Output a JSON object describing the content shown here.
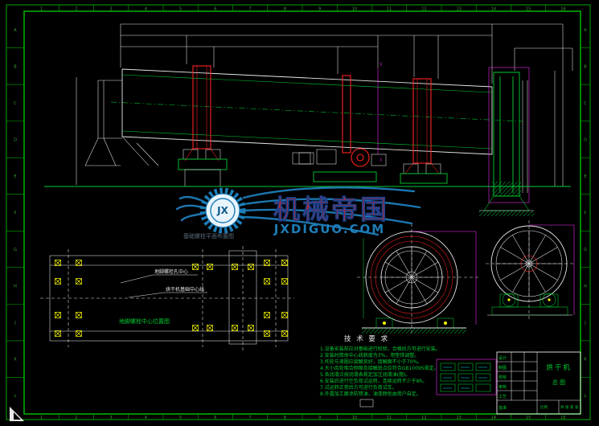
{
  "colors": {
    "background": "#000000",
    "frame_green": "#00aa00",
    "line_white": "#e8e8e8",
    "line_red": "#ff2222",
    "line_green": "#00cc33",
    "line_yellow": "#ffff00",
    "line_magenta": "#ff30ff",
    "line_cyan": "#00e0e0",
    "brand_red": "#d3281e",
    "brand_blue": "#1d7db8"
  },
  "frame": {
    "cols": [
      "1",
      "2",
      "3",
      "4",
      "5",
      "6",
      "7",
      "8",
      "9",
      "10",
      "11",
      "12",
      "13",
      "14",
      "15",
      "16"
    ],
    "rows": [
      "A",
      "B",
      "C",
      "D",
      "E",
      "F",
      "G",
      "H",
      "J",
      "K",
      "L"
    ]
  },
  "watermark": {
    "gear_text": "JX",
    "brand": "机械帝国",
    "site": "JXDIGUO.COM"
  },
  "drawing": {
    "section_mark": "I"
  },
  "plan": {
    "caption_top": "基础螺栓平面布置图",
    "label_bolt": "地脚螺栓孔中心",
    "label_center": "烘干机基础中心线",
    "caption": "地脚螺栓中心位置图"
  },
  "notes": {
    "heading": "技 术 要 求",
    "items": [
      "1.设备安装前应对基础进行检验，合格后方可进行安装。",
      "2.安装时筒体中心线斜度为3%，用垫铁调整。",
      "3.托轮与滚圈应接触良好，接触面不小于70%。",
      "4.大小齿轮啮合侧隙及接触斑点应符合GB10095规定。",
      "5.各润滑点按润滑表规定加注润滑油(脂)。",
      "6.安装后进行空负荷试运转，连续运转不少于8h。",
      "7.试运转正常后方可进行负荷试车。",
      "8.外露加工面涂防锈油，油漆颜色由用户自定。"
    ]
  },
  "title_block": {
    "rows": [
      "设计",
      "制图",
      "校核",
      "审核",
      "工艺",
      "批准"
    ],
    "title": "烘干机",
    "subtitle": "总 图",
    "scale_label": "比例",
    "sheet": "共 张 第 张"
  }
}
